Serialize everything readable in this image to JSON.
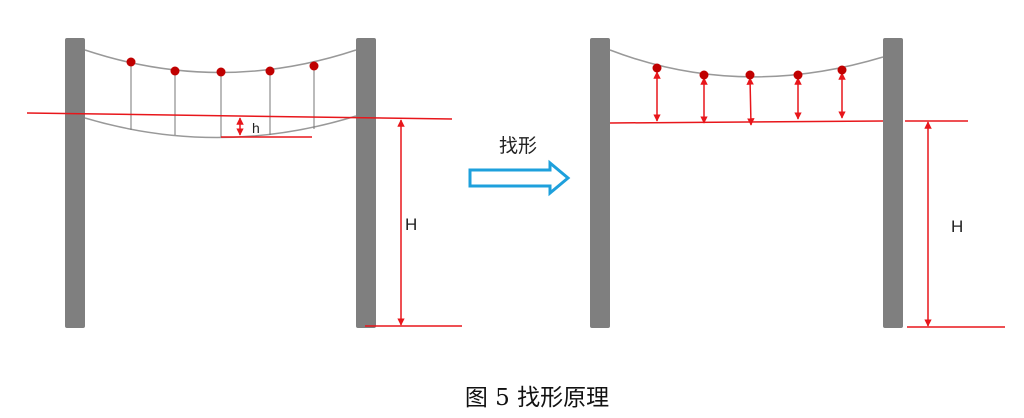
{
  "caption": "图 5 找形原理",
  "arrow_label": "找形",
  "left_panel": {
    "small_h_label": "h",
    "height_label": "H"
  },
  "right_panel": {
    "height_label": "H"
  },
  "colors": {
    "pole": "#7f7f7f",
    "cable": "#999999",
    "red": "#e8161b",
    "node": "#c00000",
    "arrow": "#1ea0dc"
  }
}
